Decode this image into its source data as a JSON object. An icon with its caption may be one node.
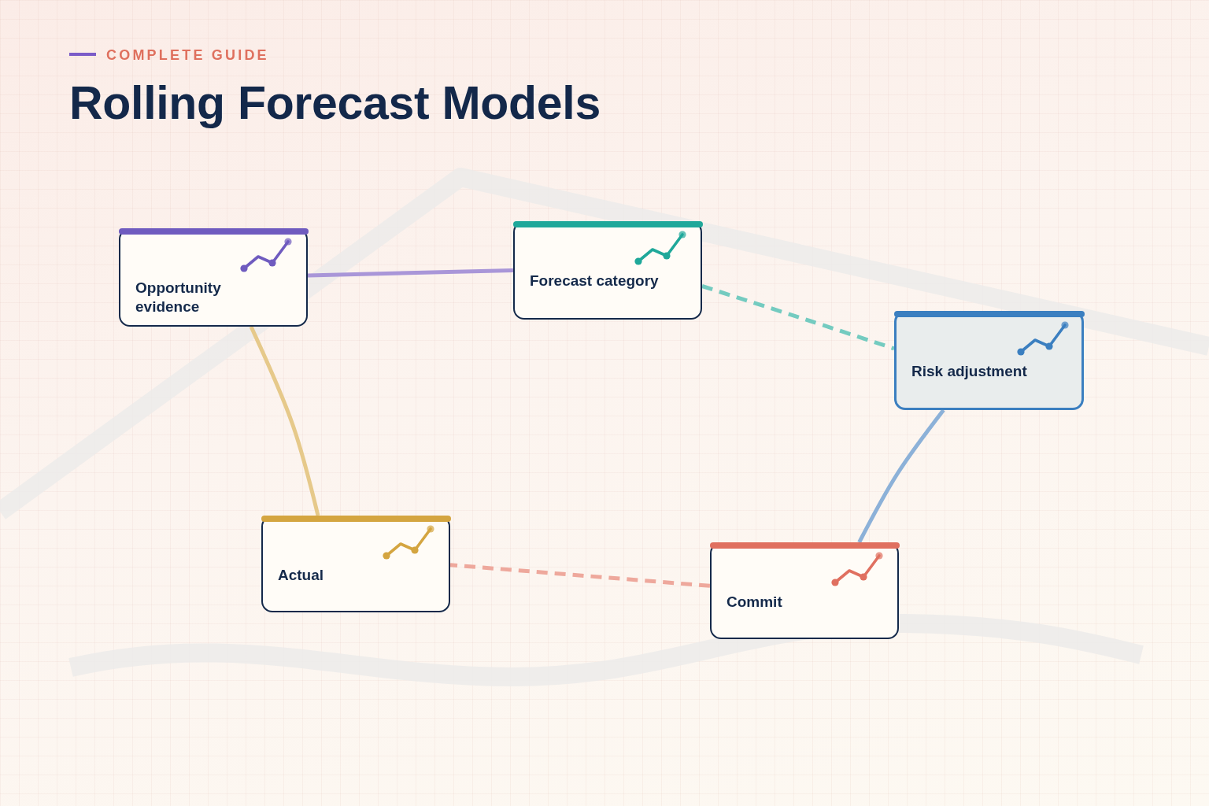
{
  "diagram": {
    "title": "Rolling Forecast Models",
    "nodes": [
      {
        "text": [
          "Opportunity evidence"
        ]
      },
      {
        "text": [
          "Forecast category"
        ]
      },
      {
        "text": [
          "Risk adjustment"
        ]
      },
      {
        "text": [
          "Commit"
        ]
      },
      {
        "text": [
          "Actual"
        ]
      }
    ],
    "edges": [
      {
        "from": 0,
        "to": 1,
        "arrow": "none",
        "color": "#a996d8"
      },
      {
        "from": 1,
        "to": 2,
        "arrow": "none",
        "style": "dashed",
        "color": "#74cbc0"
      },
      {
        "from": 2,
        "to": 3,
        "arrow": "none",
        "color": "#8cb1d8"
      },
      {
        "from": 3,
        "to": 4,
        "arrow": "none",
        "style": "dashed",
        "color": "#eea89c"
      },
      {
        "from": 4,
        "to": 0,
        "arrow": "none",
        "color": "#e6c98a"
      }
    ],
    "labels": [
      "COMPLETE GUIDE"
    ]
  }
}
